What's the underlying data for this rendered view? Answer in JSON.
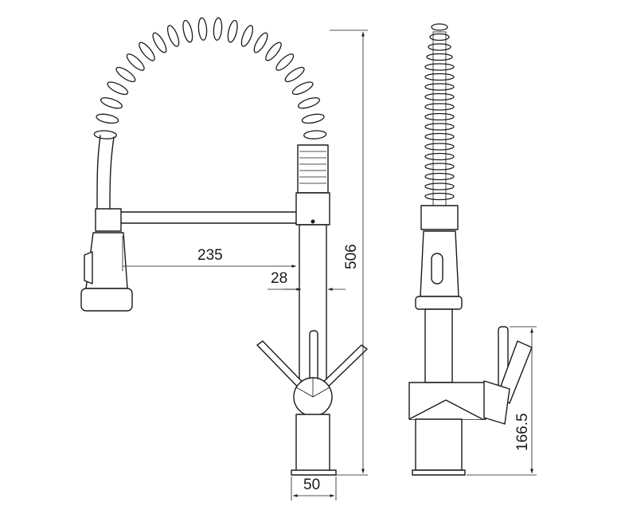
{
  "dimensions": {
    "hose_reach": "235",
    "spout_offset": "28",
    "total_height": "506",
    "base_diameter": "50",
    "lever_height": "166.5"
  }
}
